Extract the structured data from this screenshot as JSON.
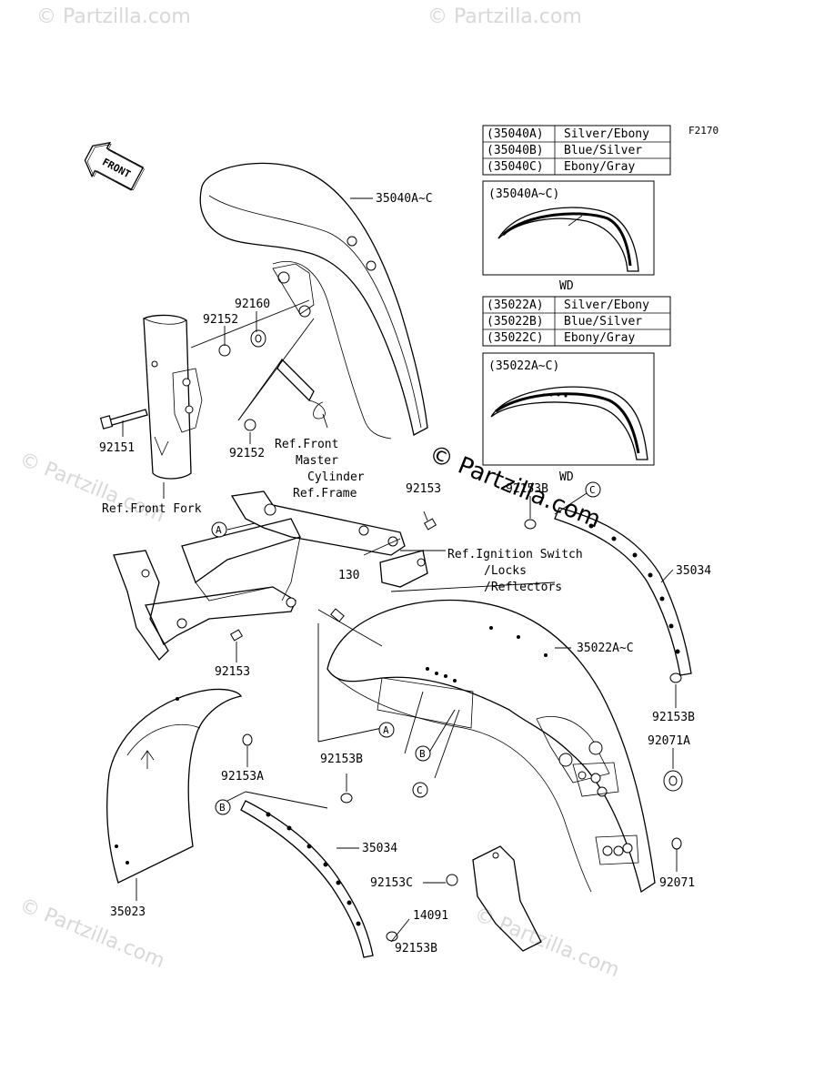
{
  "diagram_code": "F2170",
  "front_arrow_label": "FRONT",
  "watermarks": {
    "small": "© Partzilla.com",
    "center": "© Partzilla.com"
  },
  "color_table_1": {
    "rows": [
      {
        "code": "(35040A)",
        "color": "Silver/Ebony"
      },
      {
        "code": "(35040B)",
        "color": "Blue/Silver"
      },
      {
        "code": "(35040C)",
        "color": "Ebony/Gray"
      }
    ]
  },
  "inset_1": {
    "label": "(35040A~C)",
    "caption": "WD"
  },
  "color_table_2": {
    "rows": [
      {
        "code": "(35022A)",
        "color": "Silver/Ebony"
      },
      {
        "code": "(35022B)",
        "color": "Blue/Silver"
      },
      {
        "code": "(35022C)",
        "color": "Ebony/Gray"
      }
    ]
  },
  "inset_2": {
    "label": "(35022A~C)",
    "caption": "WD"
  },
  "part_labels": {
    "p35040": "35040A~C",
    "p92160": "92160",
    "p92152a": "92152",
    "p92152b": "92152",
    "p92151": "92151",
    "ref_master_1": "Ref.Front",
    "ref_master_2": "Master",
    "ref_master_3": "Cylinder",
    "ref_frame": "Ref.Frame",
    "ref_fork": "Ref.Front Fork",
    "p92153_top": "92153",
    "p92153b_top": "92153B",
    "ref_ign_1": "Ref.Ignition Switch",
    "ref_ign_2": "/Locks",
    "ref_ign_3": "/Reflectors",
    "p35034_right": "35034",
    "p130": "130",
    "p35022": "35022A~C",
    "p92153_left": "92153",
    "p92153b_right": "92153B",
    "p92071a": "92071A",
    "p92153a": "92153A",
    "p92153b_mid": "92153B",
    "p35034_bottom": "35034",
    "p92153c": "92153C",
    "p92071": "92071",
    "p35023": "35023",
    "p14091": "14091",
    "p92153b_bottom": "92153B"
  },
  "callouts": [
    "A",
    "B",
    "C"
  ]
}
